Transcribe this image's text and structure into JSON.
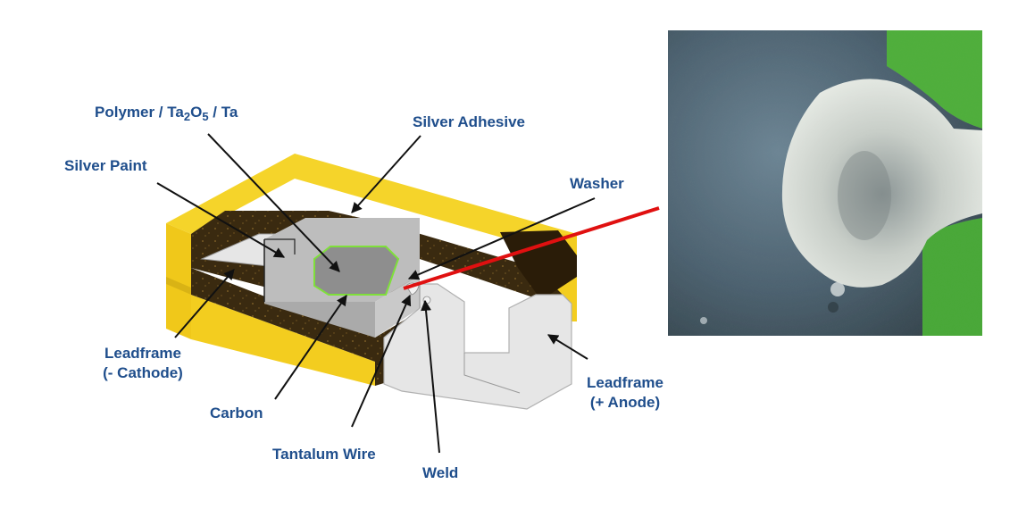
{
  "figure": {
    "title": "Polymer tantalum chip capacitor cross-section with weld micrograph",
    "colors": {
      "label_text": "#1f4e8c",
      "mold_case": "#f3cd1f",
      "carbon_fill": "#3a2a10",
      "anode_gray": "#b9b9b9",
      "anode_core": "#8e8e8e",
      "core_outline": "#7fe03a",
      "leadframe": "#e4e4e4",
      "pointer_line": "#e01010",
      "photo_green": "#4fae3c"
    },
    "labels": {
      "polymer": {
        "text_main": "Polymer / Ta",
        "sub1": "2",
        "mid": "O",
        "sub2": "5",
        "tail": " / Ta"
      },
      "silver_adhesive": "Silver Adhesive",
      "silver_paint": "Silver Paint",
      "washer": "Washer",
      "leadframe_cathode_line1": "Leadframe",
      "leadframe_cathode_line2": "(- Cathode)",
      "carbon": "Carbon",
      "tantalum_wire": "Tantalum Wire",
      "weld": "Weld",
      "leadframe_anode_line1": "Leadframe",
      "leadframe_anode_line2": "(+ Anode)"
    },
    "inset_photo": {
      "description": "Micrograph of weld spot on anode leadframe",
      "pointer": "red line from weld point to photo"
    }
  }
}
